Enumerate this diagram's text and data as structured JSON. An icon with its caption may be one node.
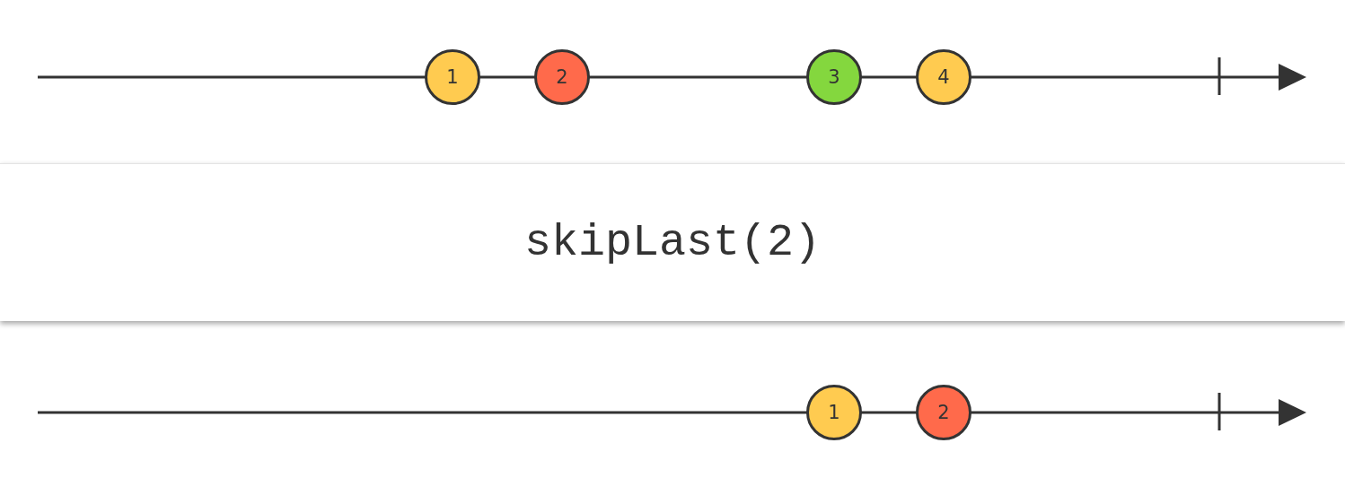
{
  "diagram": {
    "nodes": [
      {
        "text": [
          "1"
        ]
      },
      {
        "text": [
          "2"
        ]
      },
      {
        "text": [
          "3"
        ]
      },
      {
        "text": [
          "4"
        ]
      },
      {
        "text": [
          "skipLast(2)"
        ]
      },
      {
        "text": [
          "1"
        ]
      },
      {
        "text": [
          "2"
        ]
      }
    ]
  }
}
